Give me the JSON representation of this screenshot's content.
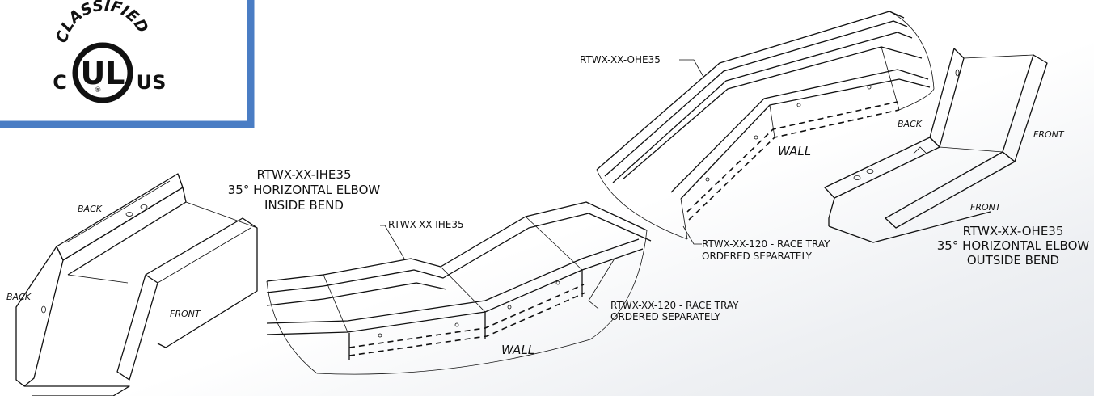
{
  "badge": {
    "arc_text": "CLASSIFIED",
    "left": "C",
    "center": "UL",
    "registered": "®",
    "right": "US",
    "frame_color": "#4a7dc4"
  },
  "inside_elbow": {
    "title_lines": [
      "RTWX-XX-IHE35",
      "35° HORIZONTAL ELBOW",
      "INSIDE BEND"
    ],
    "callout_part": "RTWX-XX-IHE35",
    "callout_tray_lines": [
      "RTWX-XX-120 - RACE TRAY",
      "ORDERED SEPARATELY"
    ],
    "wall": "WALL",
    "back_top": "BACK",
    "back_left": "BACK",
    "front": "FRONT"
  },
  "outside_elbow": {
    "title_lines": [
      "RTWX-XX-OHE35",
      "35° HORIZONTAL ELBOW",
      "OUTSIDE BEND"
    ],
    "callout_part": "RTWX-XX-OHE35",
    "callout_tray_lines": [
      "RTWX-XX-120 - RACE TRAY",
      "ORDERED SEPARATELY"
    ],
    "wall": "WALL",
    "back": "BACK",
    "front_right": "FRONT",
    "front_bottom": "FRONT"
  }
}
